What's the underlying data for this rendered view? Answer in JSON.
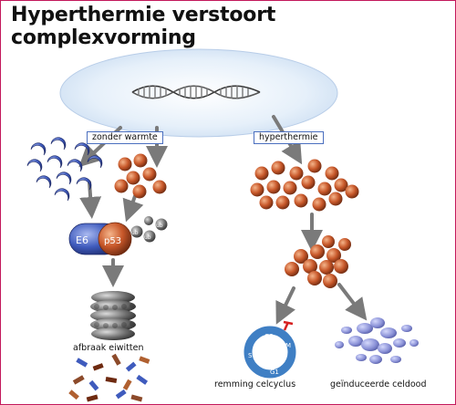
{
  "title": "Hyperthermie verstoort complexvorming",
  "labels": {
    "without_heat": "zonder warmte",
    "hyperthermia": "hyperthermie",
    "protein_degradation": "afbraak eiwitten",
    "cell_cycle_inhibition": "remming celcyclus",
    "induced_cell_death": "geïnduceerde celdood"
  },
  "complex": {
    "e6": "E6",
    "p53": "p53",
    "ubiquitin": "ub"
  },
  "cell_cycle": {
    "phases": [
      "G2",
      "M",
      "S",
      "G1"
    ]
  },
  "colors": {
    "frame": "#c2185b",
    "e6_blue": "#3f5bbd",
    "p53_orange": "#c8582a",
    "arrow_grey": "#7a7a7a",
    "nucleus_fill": "#e3eef9",
    "label_border": "#4b6fbf"
  }
}
